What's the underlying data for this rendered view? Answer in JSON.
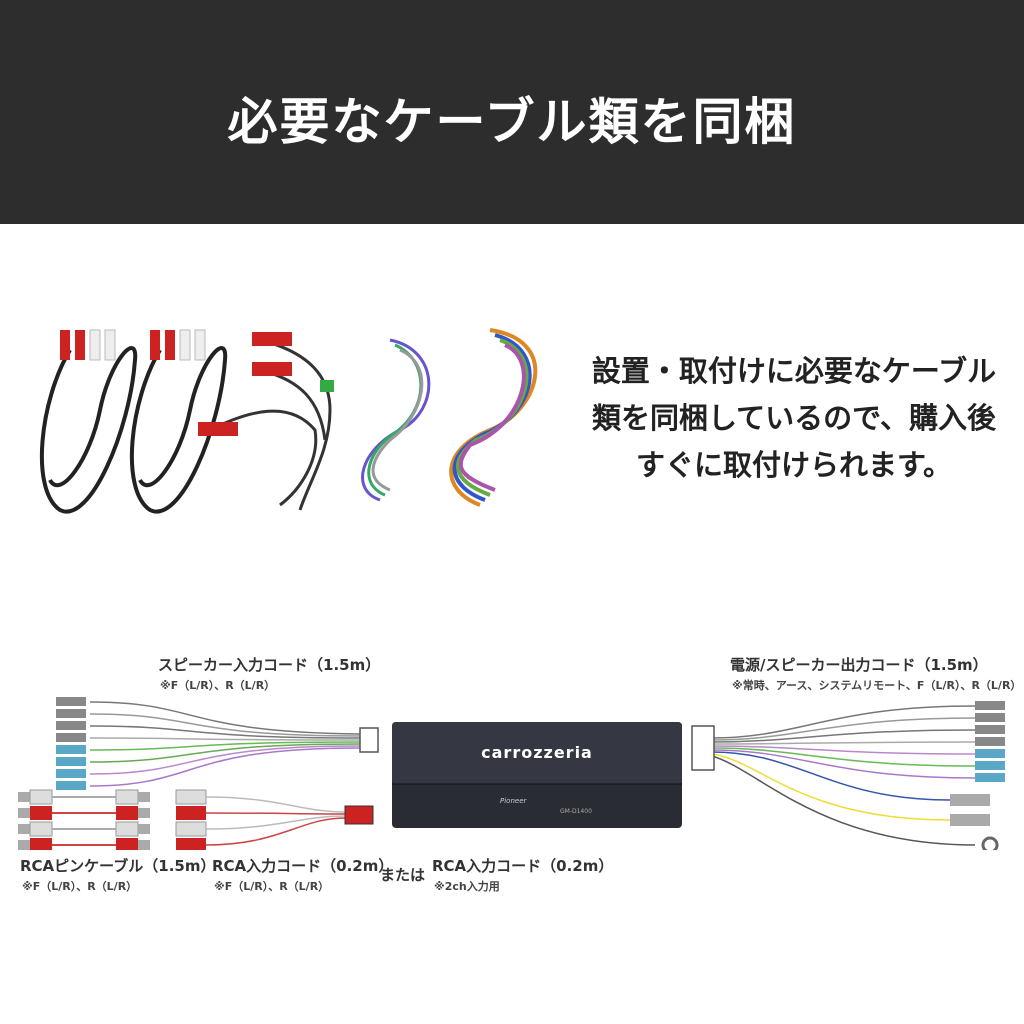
{
  "header": {
    "title": "必要なケーブル類を同梱"
  },
  "description": {
    "lines": [
      "設置・取付けに必要なケーブル",
      "類を同梱しているので、購入後",
      "すぐに取付けられます。"
    ]
  },
  "diagram": {
    "speaker_input_cord": {
      "label": "スピーカー入力コード（1.5m）",
      "note": "※F（L/R）、R（L/R）"
    },
    "power_speaker_output_cord": {
      "label": "電源/スピーカー出力コード（1.5m）",
      "note": "※常時、アース、システムリモート、F（L/R）、R（L/R）"
    },
    "rca_pin_cable": {
      "label": "RCAピンケーブル（1.5m）",
      "note": "※F（L/R）、R（L/R）"
    },
    "rca_input_cord_4ch": {
      "label": "RCA入力コード（0.2m）",
      "note": "※F（L/R）、R（L/R）"
    },
    "or_text": "または",
    "rca_input_cord_2ch": {
      "label": "RCA入力コード（0.2m）",
      "note": "※2ch入力用"
    },
    "amp": {
      "brand": "carrozzeria",
      "maker": "Pioneer",
      "model": "GM-D1400"
    }
  },
  "colors": {
    "header_bg": "#2d2d2d",
    "rca_red": "#cc2222",
    "amp_body": "#2a2c33"
  }
}
